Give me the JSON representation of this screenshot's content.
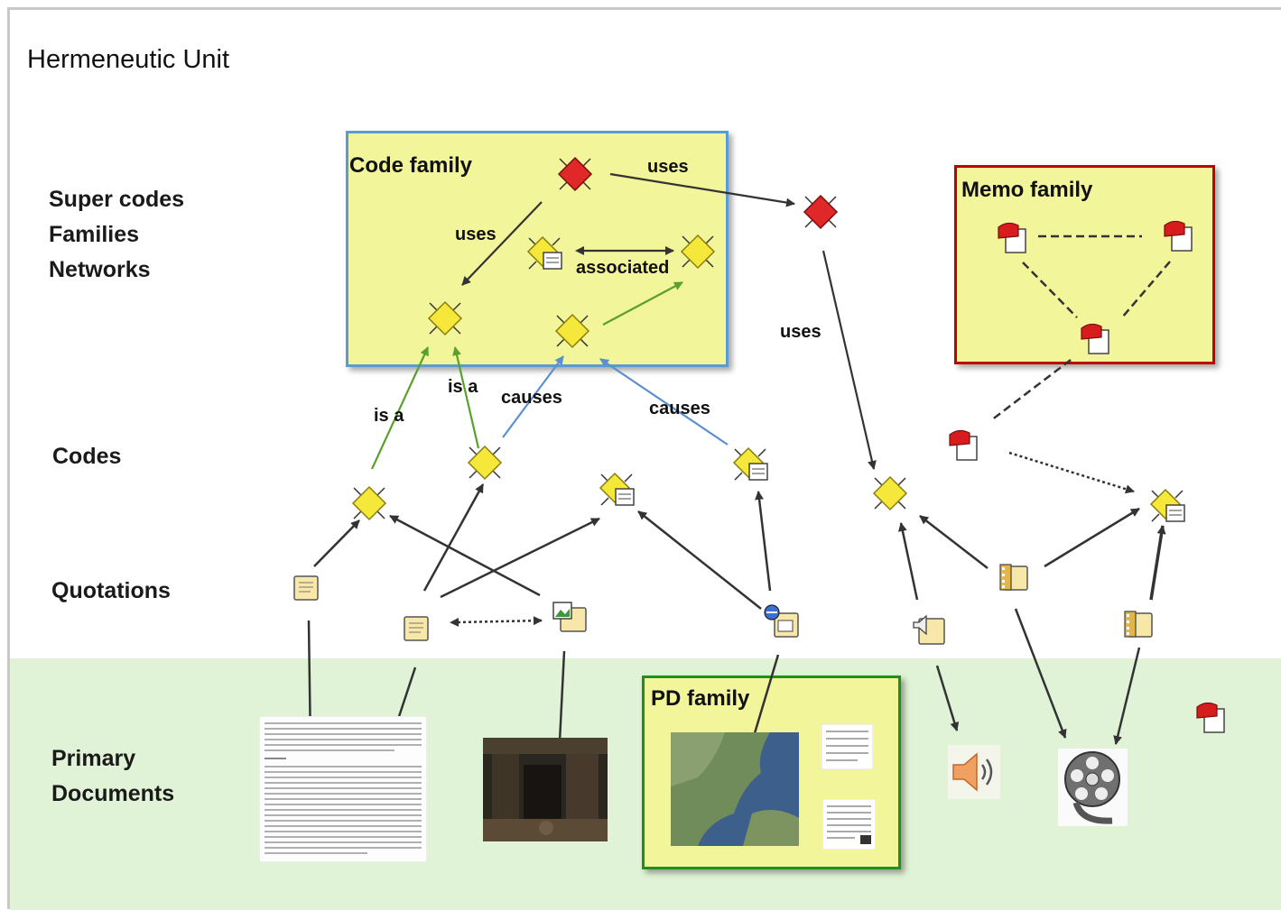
{
  "title": "Hermeneutic Unit",
  "layers": {
    "super": [
      "Super codes",
      "Families",
      "Networks"
    ],
    "codes": "Codes",
    "quotations": "Quotations",
    "primary": [
      "Primary",
      "Documents"
    ]
  },
  "families": {
    "code": "Code family",
    "memo": "Memo family",
    "pd": "PD family"
  },
  "edge_labels": {
    "uses": "uses",
    "associated": "associated",
    "is_a": "is a",
    "causes": "causes"
  },
  "colors": {
    "code_family_border": "#5b9bd5",
    "memo_family_border": "#c00000",
    "pd_family_border": "#1f8f1f",
    "family_fill": "#f2f59a",
    "pd_band": "#e1f3d6",
    "green_edge": "#5aa02c",
    "blue_edge": "#5b8fd0",
    "dark_edge": "#333333"
  }
}
